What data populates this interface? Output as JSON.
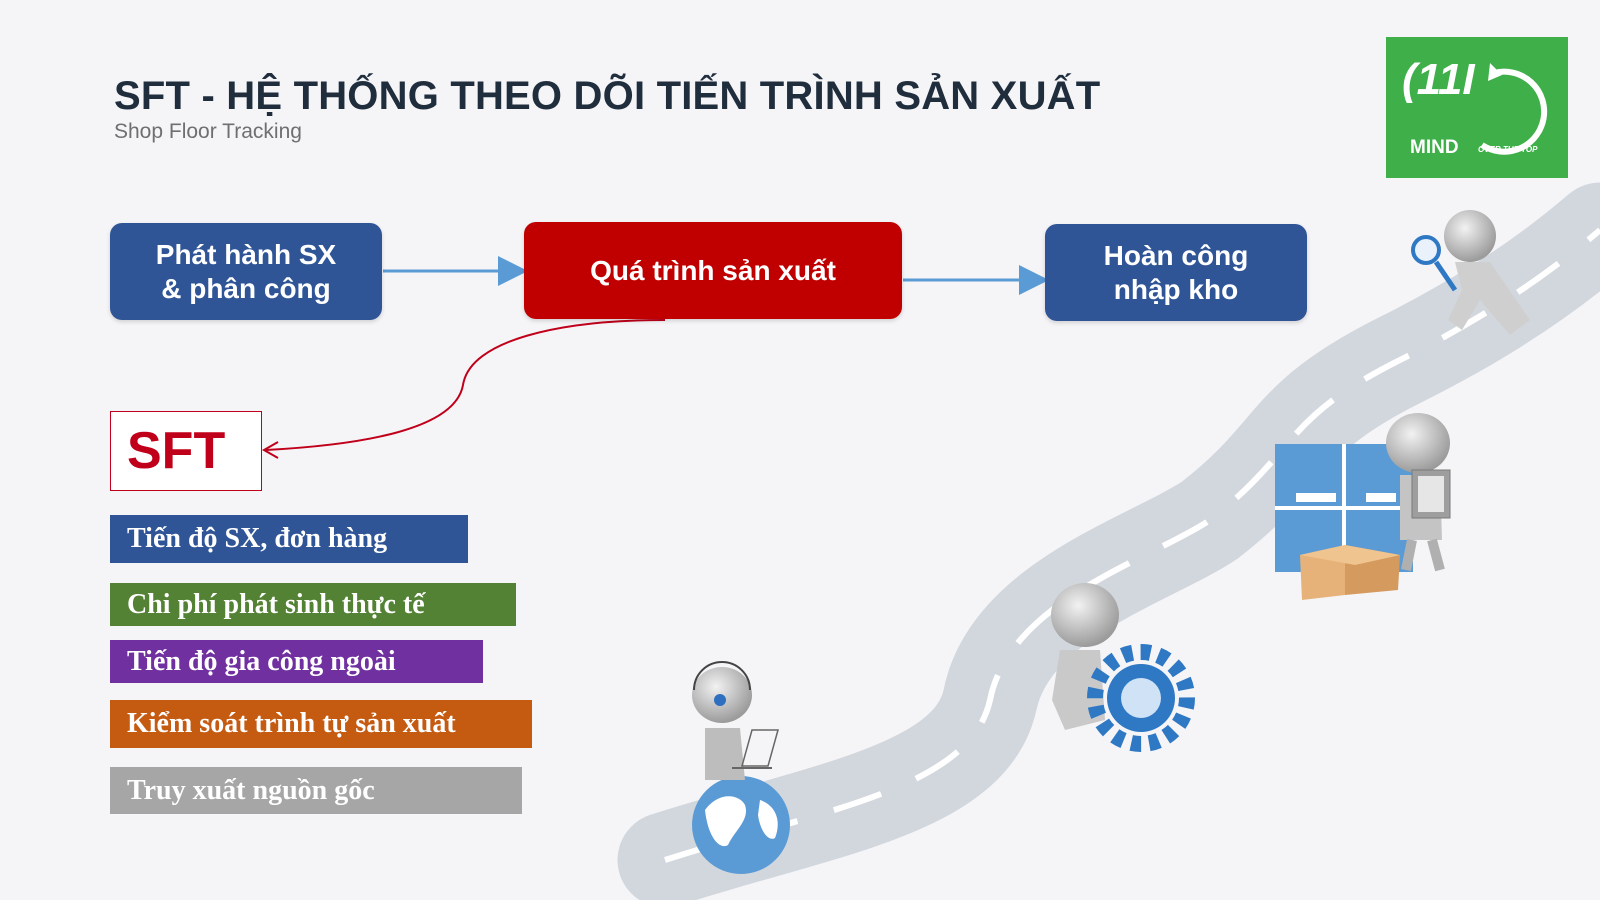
{
  "header": {
    "title": "SFT - HỆ THỐNG THEO DÕI TIẾN TRÌNH SẢN XUẤT",
    "subtitle": "Shop Floor Tracking"
  },
  "logo": {
    "mark": "(11I",
    "name": "MIND",
    "tagline": "OVER THE TOP"
  },
  "flow": {
    "step1": "Phát hành SX\n& phân công",
    "step2": "Quá trình sản xuất",
    "step3": "Hoàn công\nnhập kho"
  },
  "sft": {
    "label": "SFT",
    "features": [
      "Tiến độ SX, đơn hàng",
      "Chi phí phát sinh thực tế",
      "Tiến độ gia công ngoài",
      "Kiểm soát trình tự sản xuất",
      "Truy xuất nguồn gốc"
    ]
  },
  "colors": {
    "blue_box": "#2f5597",
    "red_box": "#c00000",
    "feature_blue": "#2f5597",
    "feature_green": "#548235",
    "feature_purple": "#7030a0",
    "feature_orange": "#c55a11",
    "feature_gray": "#a6a6a6",
    "arrow": "#5b9bd5",
    "logo_green": "#3eaf49"
  },
  "icons": [
    "globe-icon",
    "gear-icon",
    "boxes-icon",
    "magnifier-icon",
    "laptop-icon",
    "clipboard-icon",
    "headset-icon"
  ]
}
